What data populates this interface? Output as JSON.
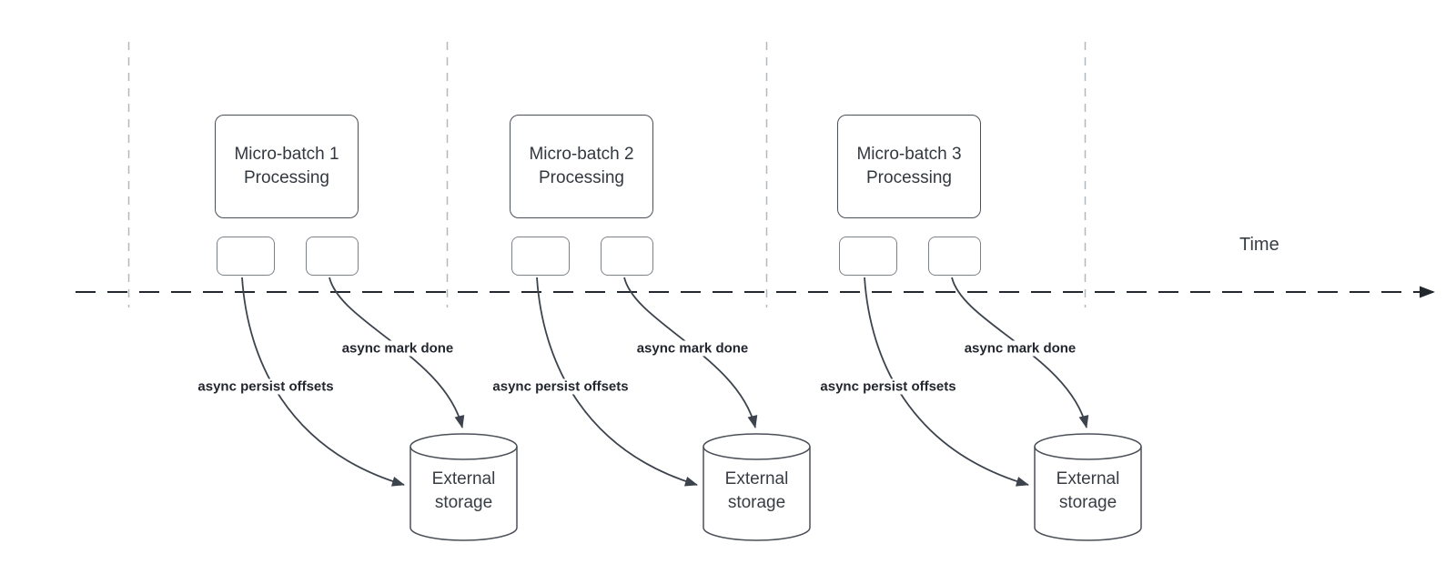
{
  "axis": {
    "time_label": "Time"
  },
  "batches": [
    {
      "title_line1": "Micro-batch 1",
      "title_line2": "Processing",
      "persist_label": "async persist offsets",
      "markdone_label": "async mark done",
      "storage_line1": "External",
      "storage_line2": "storage"
    },
    {
      "title_line1": "Micro-batch 2",
      "title_line2": "Processing",
      "persist_label": "async persist offsets",
      "markdone_label": "async mark done",
      "storage_line1": "External",
      "storage_line2": "storage"
    },
    {
      "title_line1": "Micro-batch 3",
      "title_line2": "Processing",
      "persist_label": "async persist offsets",
      "markdone_label": "async mark done",
      "storage_line1": "External",
      "storage_line2": "storage"
    }
  ],
  "colors": {
    "shape_stroke": "#4b5058",
    "slot_stroke": "#7d8289",
    "connector": "#3d434d",
    "axis_line": "#23272e",
    "divider": "#b4b9be",
    "text": "#33383f"
  }
}
